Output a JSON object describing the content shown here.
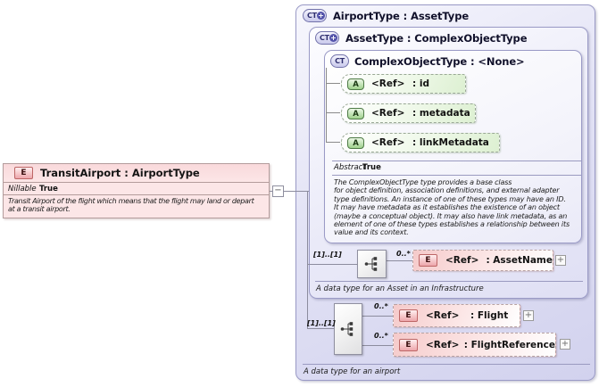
{
  "collapse_symbol": "−",
  "transit_airport": {
    "icon_label": "E",
    "title": "TransitAirport : AirportType",
    "property_label": "Nillable",
    "property_value": "True",
    "description_lines": [
      "Transit Airport of the flight which means that the flight may land or depart",
      "at a transit airport."
    ]
  },
  "airport_type": {
    "icon_label": "CT",
    "icon_modifier": "+",
    "title": "AirportType : AssetType",
    "footer": "A data type for an airport",
    "sequence": {
      "cardinality": "[1]..[1]",
      "children": [
        {
          "occurs": "0..*",
          "icon_label": "E",
          "ref_label": "<Ref>",
          "name": ": Flight",
          "expand_symbol": "+"
        },
        {
          "occurs": "0..*",
          "icon_label": "E",
          "ref_label": "<Ref>",
          "name": ": FlightReference",
          "expand_symbol": "+"
        }
      ]
    },
    "asset_type": {
      "icon_label": "CT",
      "icon_modifier": "+",
      "title": "AssetType : ComplexObjectType",
      "footer": "A data type for an Asset in an Infrastructure",
      "sequence": {
        "cardinality": "[1]..[1]",
        "children": [
          {
            "occurs": "0..*",
            "icon_label": "E",
            "ref_label": "<Ref>",
            "name": ": AssetName",
            "expand_symbol": "+"
          }
        ]
      },
      "complex_object_type": {
        "icon_label": "CT",
        "title": "ComplexObjectType : <None>",
        "attributes": [
          {
            "icon_label": "A",
            "ref_label": "<Ref>",
            "name": ": id"
          },
          {
            "icon_label": "A",
            "ref_label": "<Ref>",
            "name": ": metadata"
          },
          {
            "icon_label": "A",
            "ref_label": "<Ref>",
            "name": ": linkMetadata"
          }
        ],
        "property_label": "Abstract",
        "property_value": "True",
        "description_lines": [
          "The ComplexObjectType type provides a base class",
          "for object definition, association definitions, and external adapter",
          "type definitions. An instance of one of these types may have an ID.",
          "It may have metadata as it establishes the existence of an object",
          "(maybe a conceptual object). It may also have link metadata, as an",
          "element of one of these types establishes a relationship between its",
          "value and its context."
        ]
      }
    }
  }
}
